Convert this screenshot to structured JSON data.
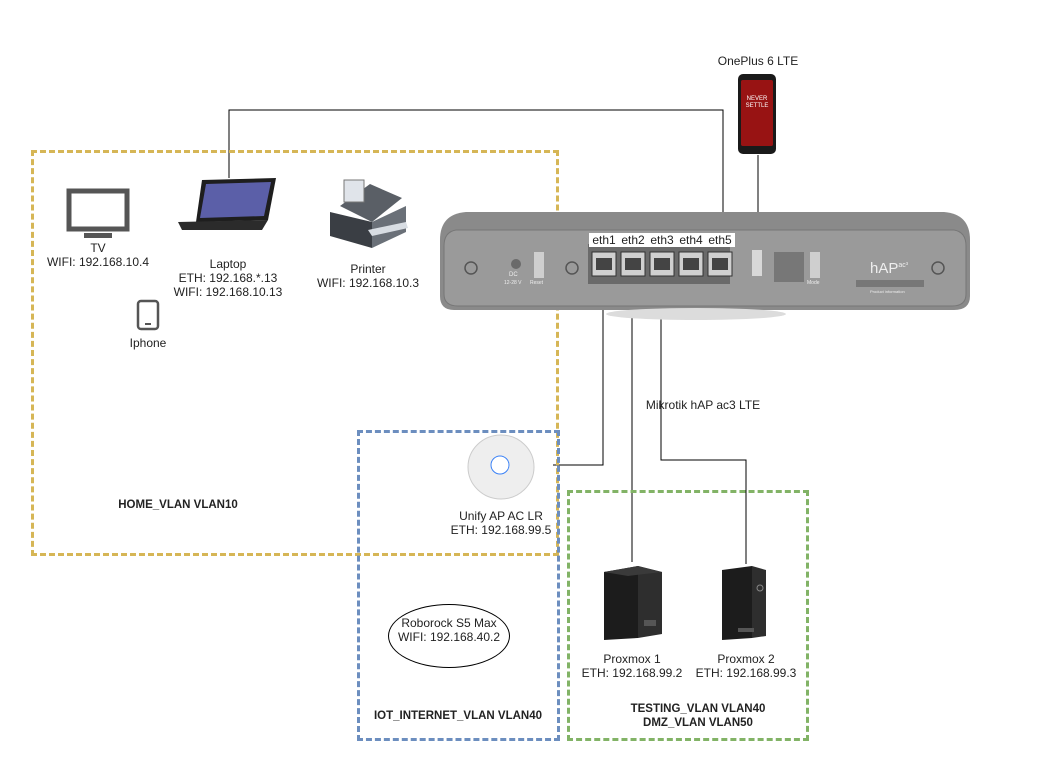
{
  "phone": {
    "name": "OnePlus 6 LTE",
    "screen_text": "NEVER SETTLE"
  },
  "devices": {
    "tv": {
      "name": "TV",
      "ip": "WIFI: 192.168.10.4"
    },
    "laptop": {
      "name": "Laptop",
      "eth": "ETH: 192.168.*.13",
      "wifi": "WIFI: 192.168.10.13"
    },
    "printer": {
      "name": "Printer",
      "ip": "WIFI: 192.168.10.3"
    },
    "iphone": {
      "name": "Iphone"
    },
    "ap": {
      "name": "Unify AP AC LR",
      "ip": "ETH: 192.168.99.5"
    },
    "roborock": {
      "name": "Roborock S5 Max",
      "ip": "WIFI: 192.168.40.2"
    },
    "proxmox1": {
      "name": "Proxmox 1",
      "ip": "ETH: 192.168.99.2"
    },
    "proxmox2": {
      "name": "Proxmox 2",
      "ip": "ETH: 192.168.99.3"
    }
  },
  "router": {
    "name": "Mikrotik hAP ac3 LTE",
    "ports": [
      "eth1",
      "eth2",
      "eth3",
      "eth4",
      "eth5"
    ],
    "panel_labels": {
      "dc": "DC",
      "voltage": "12-28 V",
      "reset": "Reset",
      "mode": "Mode",
      "brand": "hAP",
      "brand_sup": "ac³",
      "product_info": "Product information"
    }
  },
  "zones": {
    "home": "HOME_VLAN VLAN10",
    "iot": "IOT_INTERNET_VLAN VLAN40",
    "testing": "TESTING_VLAN VLAN40",
    "dmz": "DMZ_VLAN VLAN50"
  },
  "colors": {
    "home": "#d6b656",
    "iot": "#6c8ebf",
    "testing": "#82b366",
    "router_body": "#8a8a8a",
    "line": "#000000"
  }
}
